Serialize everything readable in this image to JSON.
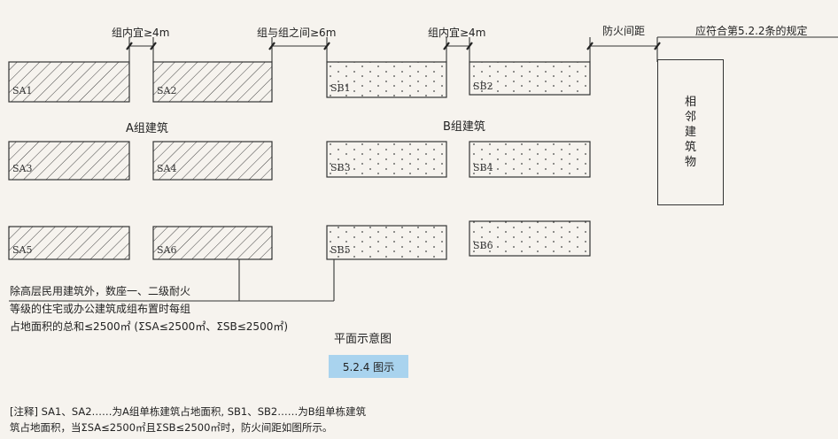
{
  "dimensions": [
    {
      "id": "a-gap",
      "text": "组内宜≥4m"
    },
    {
      "id": "group-gap",
      "text": "组与组之间≥6m"
    },
    {
      "id": "b-gap",
      "text": "组内宜≥4m"
    },
    {
      "id": "fire-gap",
      "text": "防火间距"
    },
    {
      "id": "code-ref",
      "text": "应符合第5.2.2条的规定"
    }
  ],
  "groups": {
    "a_title": "A组建筑",
    "b_title": "B组建筑",
    "a_buildings": [
      "SA1",
      "SA2",
      "SA3",
      "SA4",
      "SA5",
      "SA6"
    ],
    "b_buildings": [
      "SB1",
      "SB2",
      "SB3",
      "SB4",
      "SB5",
      "SB6"
    ]
  },
  "adjacent_building": "相邻建筑物",
  "note": {
    "line1": "除高层民用建筑外，数座一、二级耐火",
    "line2": "等级的住宅或办公建筑成组布置时每组",
    "line3": "占地面积的总和≤2500㎡  (ΣSA≤2500㎡、ΣSB≤2500㎡)"
  },
  "caption": "平面示意图",
  "figure_badge": "5.2.4 图示",
  "footnote": {
    "line1": "[注释] SA1、SA2……为A组单栋建筑占地面积, SB1、SB2……为B组单栋建筑",
    "line2": "筑占地面积，当ΣSA≤2500㎡且ΣSB≤2500㎡时，防火间距如图所示。"
  },
  "colors": {
    "badge": "#a9d3ee",
    "line": "#333333",
    "paper": "#f6f3ee"
  }
}
